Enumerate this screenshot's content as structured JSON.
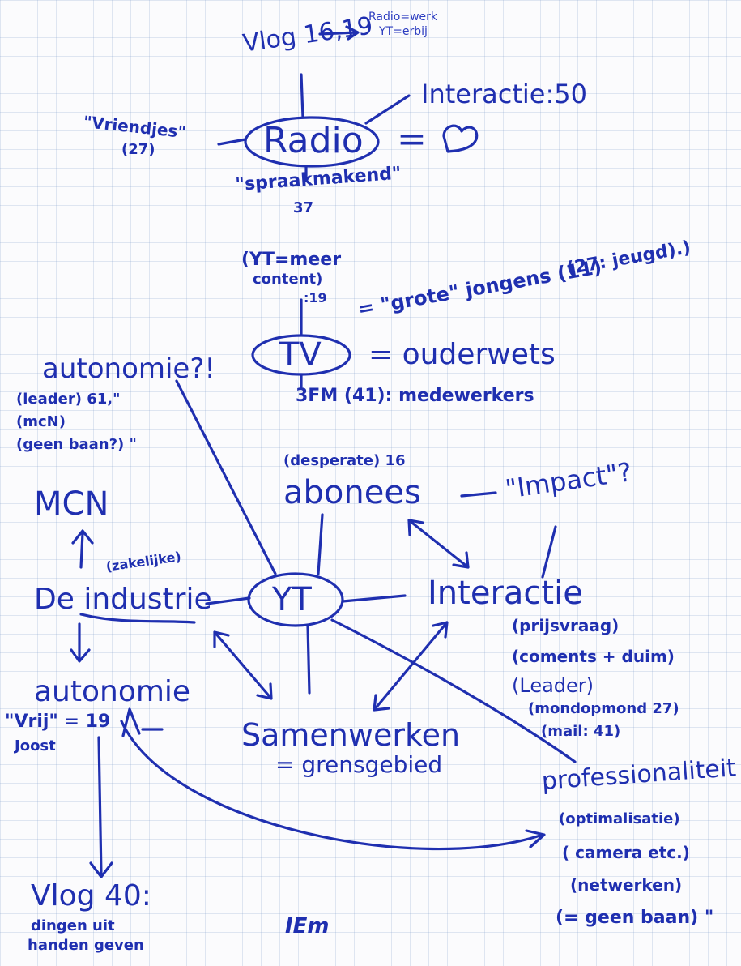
{
  "nodes": {
    "vlog_1619": "Vlog 16,19",
    "radio_werk": "Radio=werk",
    "yt_erbij": "YT=erbij",
    "interactie_50": "Interactie:50",
    "vriendjes": "\"Vriendjes\"",
    "vriendjes_num": "(27)",
    "radio": "Radio",
    "radio_eq": "=",
    "spraakmakend": "\"spraakmakend\"",
    "spraakmakend_num": "37",
    "yt_meer_content_1": "(YT=meer",
    "yt_meer_content_2": "content)",
    "yt_meer_num": ":19",
    "grote_jongens_1": "= \"grote\" jongens (11)",
    "grote_jongens_2": "(27: jeugd).)",
    "tv": "TV",
    "ouderwets": "= ouderwets",
    "3fm": "3FM (41): medewerkers",
    "autonomie_top": "autonomie?!",
    "leader_61": "(leader) 61,\"",
    "mcn_paren": "(mcN)",
    "geen_baan_top": "(geen baan?) \"",
    "desperate": "(desperate) 16",
    "abonees": "abonees",
    "impact": "\"Impact\"?",
    "mcn": "MCN",
    "zakelijke": "(zakelijke)",
    "de_industrie": "De industrie",
    "yt": "YT",
    "interactie": "Interactie",
    "prijsvraag": "(prijsvraag)",
    "coments_duim": "(coments + duim)",
    "leader": "(Leader)",
    "mond_op": "(mondopmond 27)",
    "mail": "(mail: 41)",
    "autonomie_left": "autonomie",
    "vrij": "\"Vrij\" = 19",
    "joost": "Joost",
    "samenwerken": "Samenwerken",
    "grensgebied": "= grensgebied",
    "professionaliteit": "professionaliteit",
    "optimalisatie": "(optimalisatie)",
    "camera": "( camera etc.)",
    "netwerken": "(netwerken)",
    "geen_baan_bottom": "(= geen baan) \"",
    "vlog_40": "Vlog 40:",
    "dingen_1": "dingen uit",
    "dingen_2": "handen geven",
    "initials": "IEm"
  }
}
